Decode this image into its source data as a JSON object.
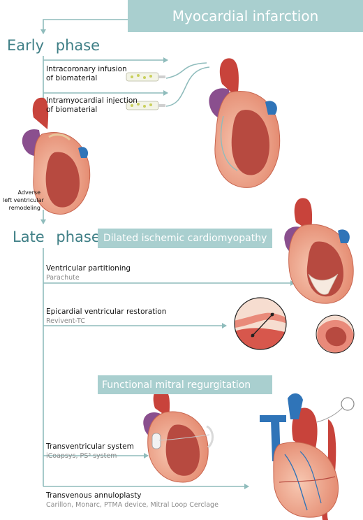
{
  "title": "Myocardial infarction",
  "phases": {
    "early": {
      "word1": "Early",
      "word2": "phase"
    },
    "late": {
      "word1": "Late",
      "word2": "phase"
    }
  },
  "sections": {
    "dilated": "Dilated ischemic cardiomyopathy",
    "mitral": "Functional mitral regurgitation"
  },
  "early_items": [
    {
      "line1": "Intracoronary infusion",
      "line2": "of biomaterial"
    },
    {
      "line1": "Intramyocardial injection",
      "line2": "of biomaterial"
    }
  ],
  "remodeling": {
    "line1": "Adverse",
    "line2": "left ventricular",
    "line3": "remodeling"
  },
  "late_items": [
    {
      "label": "Ventricular partitioning",
      "examples": "Parachute"
    },
    {
      "label": "Epicardial ventricular restoration",
      "examples": "Revivent-TC"
    },
    {
      "label": "Transventricular system",
      "examples": "iCoapsys, PS³ system"
    },
    {
      "label": "Transvenous annuloplasty",
      "examples": "Carillon, Monarc, PTMA device, Mitral Loop Cerclage"
    }
  ],
  "colors": {
    "accent_teal": "#3f7f86",
    "box_teal": "#a9cfcf",
    "arrow": "#8fbcbc",
    "heart_red": "#c8433b",
    "heart_tissue": "#f0a48a",
    "heart_purple": "#8a4f8e",
    "heart_blue": "#2f74b8"
  }
}
